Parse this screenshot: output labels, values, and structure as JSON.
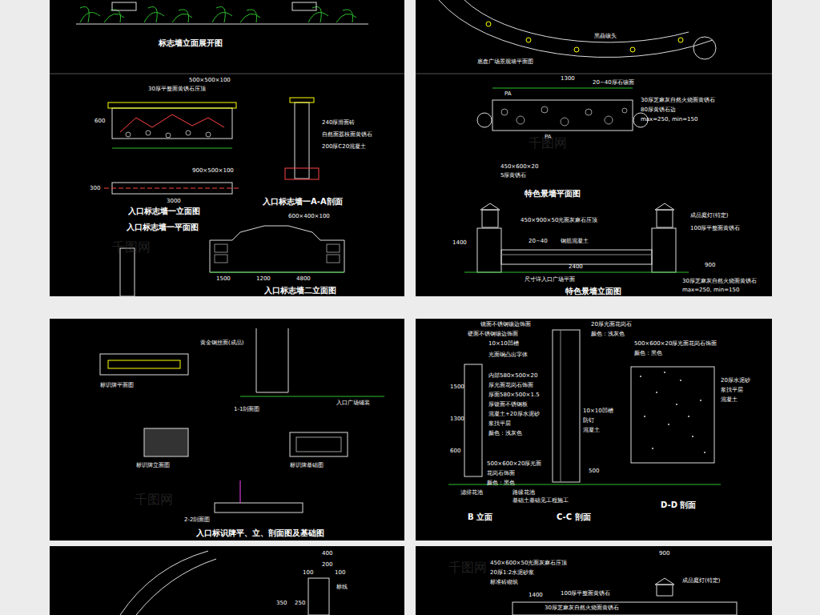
{
  "diagram": {
    "labels": [
      "标志墙立面展开图",
      "500×500×100",
      "30厚平整面黄锈石压顶",
      "600",
      "入口标志墙一立面图",
      "入口标志墙一A-A剖面",
      "入口标志墙一平面图",
      "900×500×100",
      "3000",
      "300",
      "入口标志墙二立面图",
      "600×400×100",
      "1500",
      "1200",
      "4800",
      "240厚滑面砖",
      "自然面荔枝面黄锈石",
      "200厚C20混凝土",
      "底盘广场景观墙平面图",
      "黑晶镶头",
      "1300",
      "20~40厚石镶面",
      "PA",
      "PA",
      "30厚芝麻灰自然火烧面黄锈石",
      "80厚黄锈石边",
      "max=250, min=150",
      "450×600×20",
      "5厚黄锈石",
      "特色景墙平面图",
      "成品庭灯(特定)",
      "100厚平整面黄锈石",
      "450×900×50光面灰麻石压顶",
      "20~40",
      "钢筋混凝土",
      "尺寸详入口广场平面",
      "特色景墙立面图",
      "900",
      "30厚芝麻灰自然火烧面黄锈石",
      "max=250, min=150",
      "2400",
      "1400",
      "标识牌平面图",
      "1-1剖面图",
      "标识牌立面图",
      "标识牌基础图",
      "2-2剖面图",
      "入口标识牌平、立、剖面图及基础图",
      "入口广场铺装",
      "黄金钢丝面(成品)",
      "镜面不锈钢镶边饰面",
      "硬面不锈钢镶边饰面",
      "20厚光面花岗石",
      "颜色：浅灰色",
      "500×600×20厚光面花岗石饰面",
      "颜色：黑色",
      "10×10凹槽",
      "光面铜凸出字体",
      "内部580×500×20",
      "厚光面花岗石饰面",
      "厚面580×500×1.5",
      "厚镀面不锈钢板",
      "混凝土+20厚水泥砂",
      "浆找平层",
      "颜色：浅灰色",
      "10×10凹槽",
      "防钉",
      "混凝土",
      "20厚水泥砂",
      "浆找平层",
      "混凝土",
      "滤排花池",
      "路缘花池",
      "500×600×20厚光面",
      "花岗石饰面",
      "颜色：黑色",
      "基础土基础见工程施工",
      "B 立面",
      "C-C 剖面",
      "D-D 剖面",
      "1500",
      "1300",
      "600",
      "500",
      "400",
      "200",
      "100",
      "100",
      "350",
      "250",
      "标线",
      "900",
      "450×600×50光面灰麻石压顶",
      "20厚1:2水泥砂浆",
      "标准砖砌筑",
      "1400",
      "成品庭灯(特定)",
      "100厚平整面黄锈石",
      "30厚芝麻灰自然火烧面黄锈石",
      "千图网",
      "千图网",
      "千图网",
      "千图网"
    ]
  }
}
